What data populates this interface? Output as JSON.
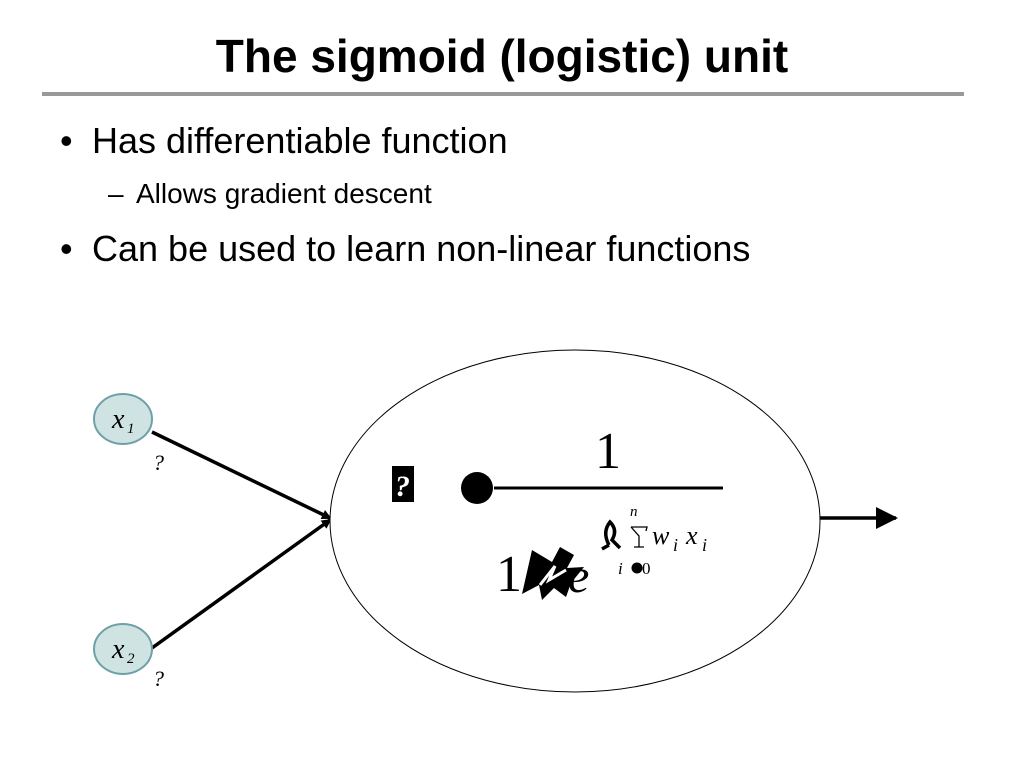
{
  "slide": {
    "title": "The sigmoid (logistic) unit",
    "bullets": [
      {
        "text": "Has differentiable function",
        "sub": [
          "Allows gradient descent"
        ]
      },
      {
        "text": "Can be used to learn non-linear functions",
        "sub": []
      }
    ],
    "bullet_symbol": "•",
    "sub_symbol": "–"
  },
  "diagram": {
    "inputs": [
      {
        "var": "x",
        "sub": "1",
        "weight_glyph": "?"
      },
      {
        "var": "x",
        "sub": "2",
        "weight_glyph": "?"
      }
    ],
    "colors": {
      "input_fill": "#cfe3e3",
      "input_stroke": "#6fa0a8",
      "line": "#000000"
    },
    "formula": {
      "lhs_glyph": "?",
      "numerator": "1",
      "denom_one": "1",
      "denom_e": "e",
      "sum_upper": "n",
      "sum_index": "i",
      "sum_start": "0",
      "weight": "w",
      "weight_sub": "i",
      "input": "x",
      "input_sub": "i"
    }
  }
}
